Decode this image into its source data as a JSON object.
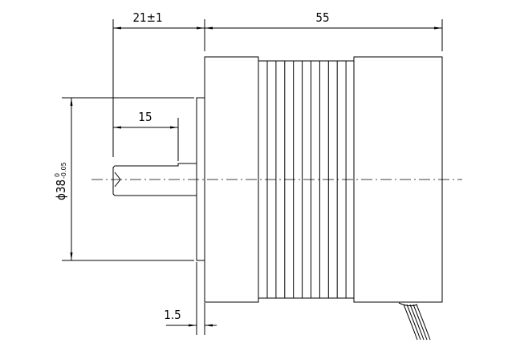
{
  "drawing": {
    "dimensions": {
      "shaft_length": "21±1",
      "body_length": "55",
      "shaft_step": "15",
      "flange_thickness": "1.5",
      "diameter_symbol": "ϕ",
      "diameter": "38",
      "diameter_upper_tol": "0",
      "diameter_lower_tol": "-0.05"
    },
    "fin_count": 10,
    "wire_count": 5
  }
}
